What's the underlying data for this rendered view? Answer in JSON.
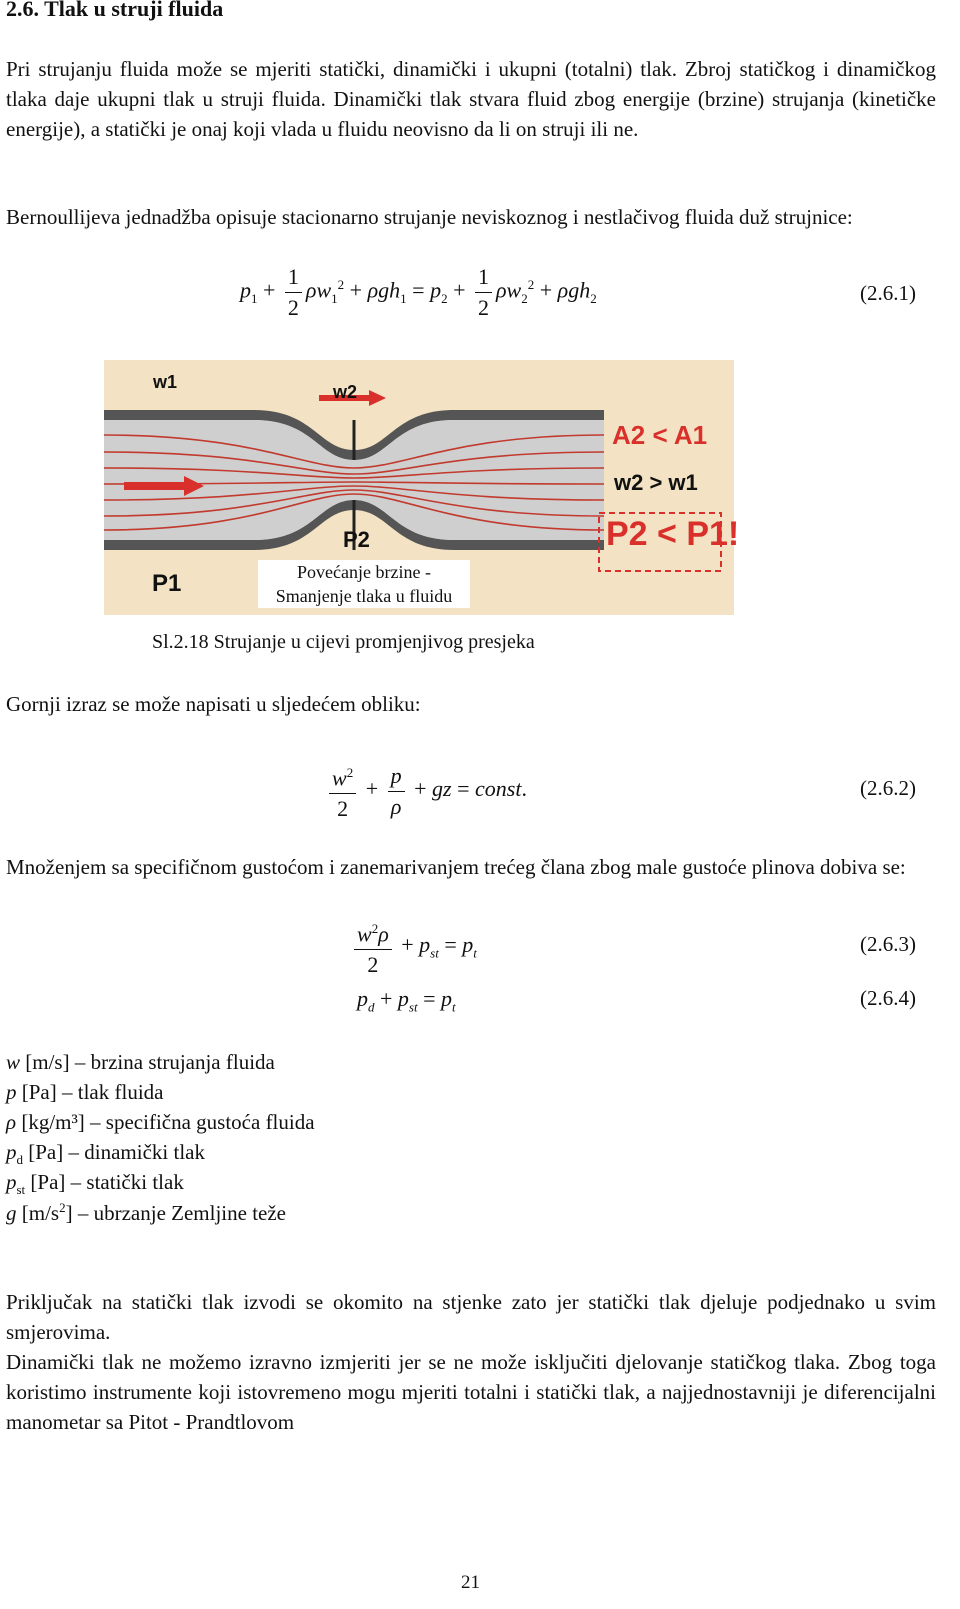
{
  "section_title": "2.6.   Tlak u struji fluida",
  "intro": "Pri strujanju fluida može se mjeriti statički, dinamički i ukupni (totalni) tlak. Zbroj statičkog i dinamičkog tlaka daje ukupni tlak u struji fluida. Dinamički tlak stvara fluid zbog energije (brzine) strujanja (kinetičke energije), a statički je onaj koji vlada u fluidu neovisno da li on struji ili ne.",
  "bernoulli_text": "Bernoullijeva jednadžba opisuje stacionarno strujanje neviskoznog i nestlačivog fluida duž strujnice:",
  "eq1_number": "(2.6.1)",
  "figure": {
    "w1": "w1",
    "w2": "w2",
    "area_relation": "A2 < A1",
    "speed_relation": "w2 > w1",
    "pressure_relation": "P2 < P1!",
    "p1": "P1",
    "p2": "P2",
    "note_line1": "Povećanje brzine -",
    "note_line2": "Smanjenje tlaka u fluidu"
  },
  "figure_caption": "Sl.2.18 Strujanje u cijevi promjenjivog presjeka",
  "rewrite_text": "Gornji izraz se može napisati u sljedećem obliku:",
  "eq2_number": "(2.6.2)",
  "multiply_text": "Množenjem sa specifičnom gustoćom i zanemarivanjem trećeg člana zbog male gustoće plinova dobiva se:",
  "eq3_number": "(2.6.3)",
  "eq4_number": "(2.6.4)",
  "legend": {
    "w": "brzina strujanja fluida",
    "p": "tlak fluida",
    "rho": "specifična gustoća fluida",
    "pd": "dinamički tlak",
    "pst": "statički tlak",
    "g": "ubrzanje Zemljine teže"
  },
  "para_static": "Priključak na statički tlak izvodi se okomito na stjenke zato jer statički tlak djeluje podjednako u svim smjerovima.",
  "para_dynamic": "Dinamički tlak ne možemo izravno izmjeriti jer se ne može isključiti djelovanje statičkog tlaka. Zbog toga koristimo instrumente koji istovremeno mogu mjeriti totalni i statički tlak, a najjednostavniji je diferencijalni manometar sa Pitot - Prandtlovom",
  "page_number": "21"
}
